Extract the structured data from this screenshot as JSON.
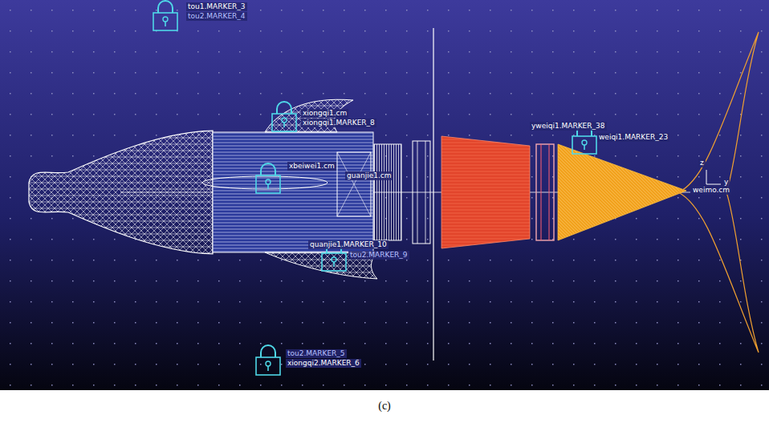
{
  "diagram": {
    "caption": "(c)",
    "labels": [
      "tou1.MARKER_3",
      "tou2.MARKER_4",
      "xiongqi1.cm",
      "xiongqi1.MARKER_8",
      "xbeiwei1.cm",
      "guanjie1.cm",
      "quanjie1.MARKER_10",
      "tou2.MARKER_9",
      "tou2.MARKER_5",
      "xiongqi2.MARKER_6",
      "yweiqi1.MARKER_38",
      "weiqi1.MARKER_23",
      "weimo.cm",
      "z",
      "y"
    ]
  }
}
